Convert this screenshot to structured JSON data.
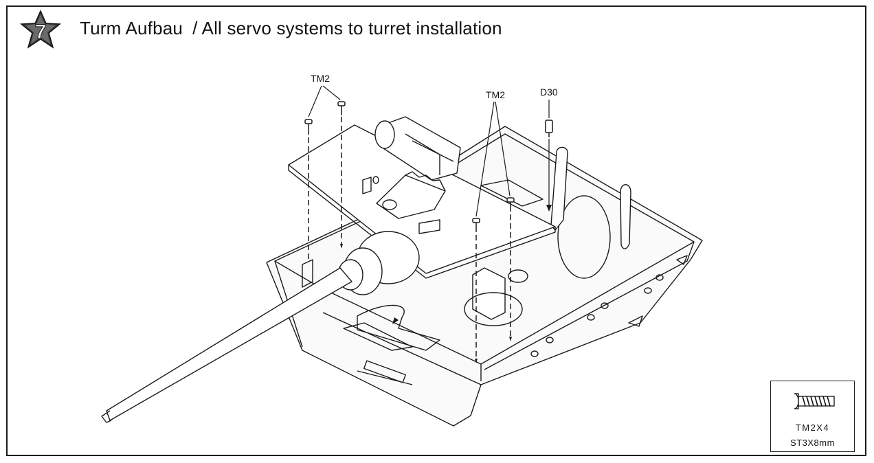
{
  "step": {
    "number": "7",
    "title_de": "Turm Aufbau",
    "title_sep": "/",
    "title_en": "All servo systems to turret  installation"
  },
  "callouts": {
    "tm2_left": "TM2",
    "tm2_right": "TM2",
    "d30": "D30"
  },
  "parts_box": {
    "code": "TM2X4",
    "size": "ST3X8mm"
  }
}
